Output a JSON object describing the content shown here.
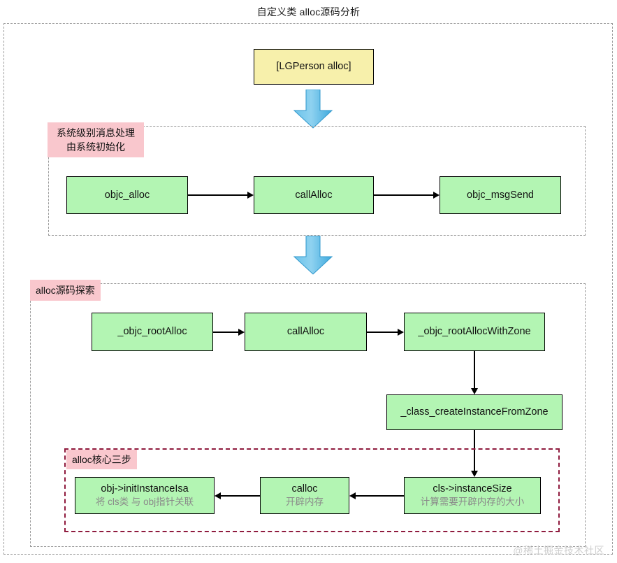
{
  "page": {
    "title": "自定义类 alloc源码分析",
    "watermark": "@稀土掘金技术社区"
  },
  "colors": {
    "node_fill": "#b3f5b3",
    "start_fill": "#f7f0ab",
    "tag_fill": "#f9c7cd",
    "big_arrow": "#5cb8e6",
    "core_border": "#8f1b3e",
    "frame_border": "#9a9a9a"
  },
  "start_node": {
    "label": "[LGPerson alloc]"
  },
  "sections": [
    {
      "id": "system",
      "tag": "系统级别消息处理\n由系统初始化",
      "nodes": [
        {
          "id": "objc_alloc",
          "label": "objc_alloc"
        },
        {
          "id": "callAlloc_1",
          "label": "callAlloc"
        },
        {
          "id": "objc_msgSend",
          "label": "objc_msgSend"
        }
      ]
    },
    {
      "id": "explore",
      "tag": "alloc源码探索",
      "nodes": [
        {
          "id": "_objc_rootAlloc",
          "label": "_objc_rootAlloc"
        },
        {
          "id": "callAlloc_2",
          "label": "callAlloc"
        },
        {
          "id": "_objc_rootAllocWithZone",
          "label": "_objc_rootAllocWithZone"
        },
        {
          "id": "_class_createInstanceFromZone",
          "label": "_class_createInstanceFromZone"
        }
      ],
      "core": {
        "tag": "alloc核心三步",
        "nodes": [
          {
            "id": "instanceSize",
            "label": "cls->instanceSize",
            "sub": "计算需要开辟内存的大小"
          },
          {
            "id": "calloc",
            "label": "calloc",
            "sub": "开辟内存"
          },
          {
            "id": "initInstanceIsa",
            "label": "obj->initInstanceIsa",
            "sub": "将 cls类 与 obj指针关联"
          }
        ]
      }
    }
  ]
}
